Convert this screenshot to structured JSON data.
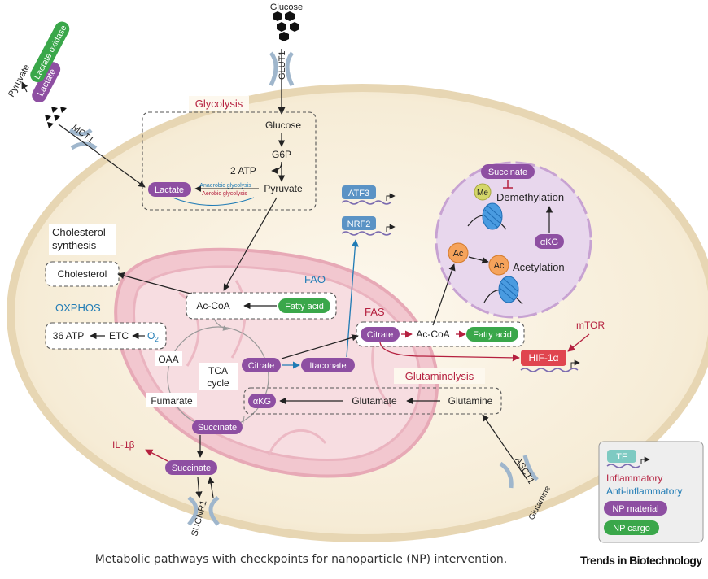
{
  "labels": {
    "glucose_outside": "Glucose",
    "glut1": "GLUT1",
    "pyruvate_outside": "Pyruvate",
    "lactate_oxidase": "Lactate oxidase",
    "lactate_outside": "Lactate",
    "mct1": "MCT1",
    "glycolysis": "Glycolysis",
    "glucose": "Glucose",
    "g6p": "G6P",
    "two_atp": "2 ATP",
    "pyruvate": "Pyruvate",
    "lactate": "Lactate",
    "anaerobic": "Anaerobic glycolysis",
    "aerobic": "Aerobic glycolysis",
    "atf3": "ATF3",
    "nrf2": "NRF2",
    "cholesterol_title_1": "Cholesterol",
    "cholesterol_title_2": "synthesis",
    "cholesterol": "Cholesterol",
    "fao": "FAO",
    "acetyl_coa": "Ac-CoA",
    "fatty_acid": "Fatty acid",
    "oxphos": "OXPHOS",
    "thirty_six_atp": "36 ATP",
    "etc": "ETC",
    "o2": "O",
    "o2_sub": "2",
    "fas": "FAS",
    "fas_citrate": "Citrate",
    "fas_acetyl_coa": "Ac-CoA",
    "fas_fatty_acid": "Fatty acid",
    "oaa": "OAA",
    "tca_cycle_1": "TCA",
    "tca_cycle_2": "cycle",
    "citrate": "Citrate",
    "itaconate": "Itaconate",
    "fumarate": "Fumarate",
    "akg": "αKG",
    "succinate": "Succinate",
    "glutaminolysis": "Glutaminolysis",
    "glutamate": "Glutamate",
    "glutamine": "Glutamine",
    "hif1a": "HIF-1α",
    "mtor": "mTOR",
    "il1b": "IL-1β",
    "succinate_cyto": "Succinate",
    "sucnr1": "SUCNR1",
    "asct1": "ASCT1",
    "glutamine_outside": "Glutamine",
    "nuc_succinate": "Succinate",
    "me": "Me",
    "demethylation": "Demethylation",
    "ac": "Ac",
    "acetylation": "Acetylation",
    "nuc_akg": "αKG"
  },
  "legend": {
    "tf": "TF",
    "inflammatory": "Inflammatory",
    "anti_inflammatory": "Anti-inflammatory",
    "np_material": "NP material",
    "np_cargo": "NP cargo"
  },
  "caption": "Metabolic pathways with checkpoints for nanoparticle (NP) intervention.",
  "brand": "Trends in Biotechnology",
  "colors": {
    "np_material": "#8e4fa2",
    "np_cargo": "#3aa74a",
    "transcription_factor": "#5b93c5",
    "inflammatory": "#b5203f",
    "anti_inflammatory": "#1f7bb5",
    "hif": "#e0454f",
    "cell": "#f6ecd6",
    "nucleus": "#e8d7ed"
  }
}
